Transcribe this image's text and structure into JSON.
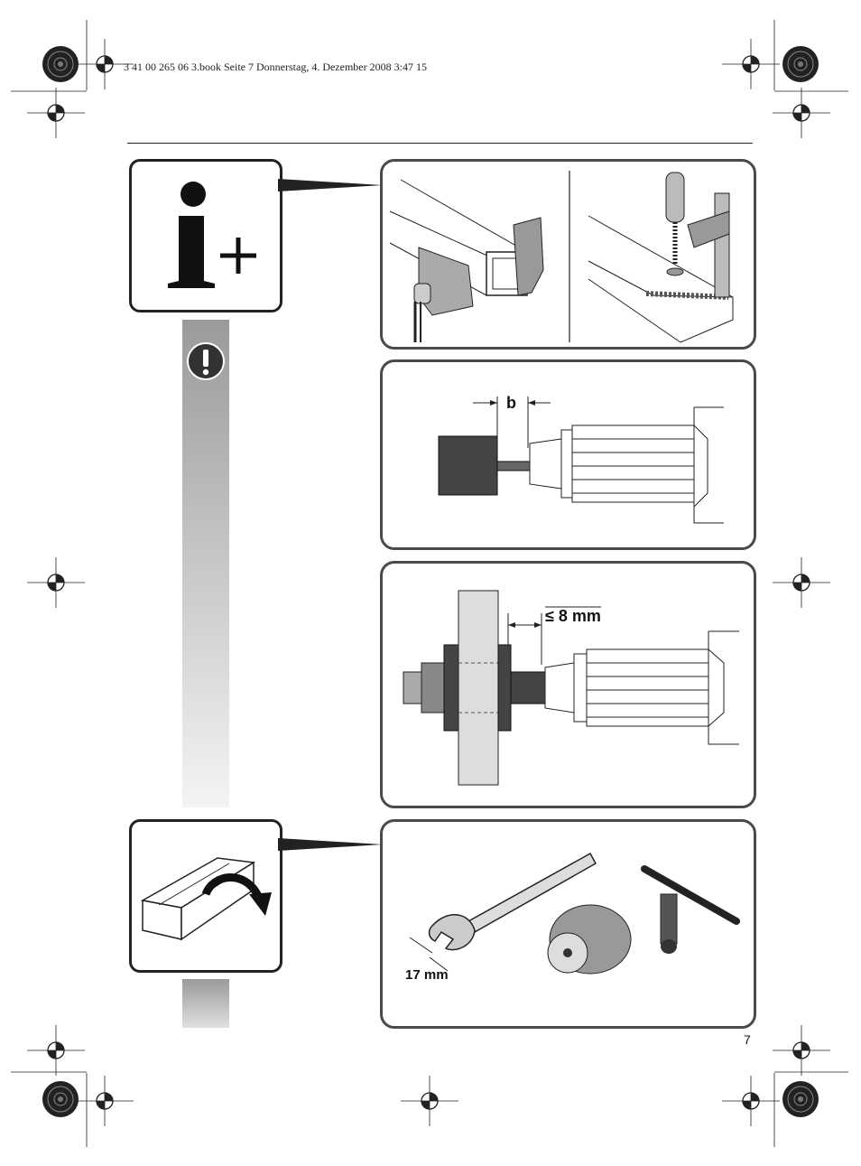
{
  "header": {
    "line": "3 41 00 265 06 3.book  Seite 7  Donnerstag, 4. Dezember 2008  3:47 15"
  },
  "panel2": {
    "label": "b"
  },
  "panel3": {
    "label": "≤ 8 mm"
  },
  "panel4": {
    "label": "17 mm"
  },
  "footer": {
    "page_number": "7"
  },
  "icons": {
    "info": "i-plus-icon",
    "warning": "exclamation-icon",
    "flip": "rotate-arrow-icon"
  }
}
